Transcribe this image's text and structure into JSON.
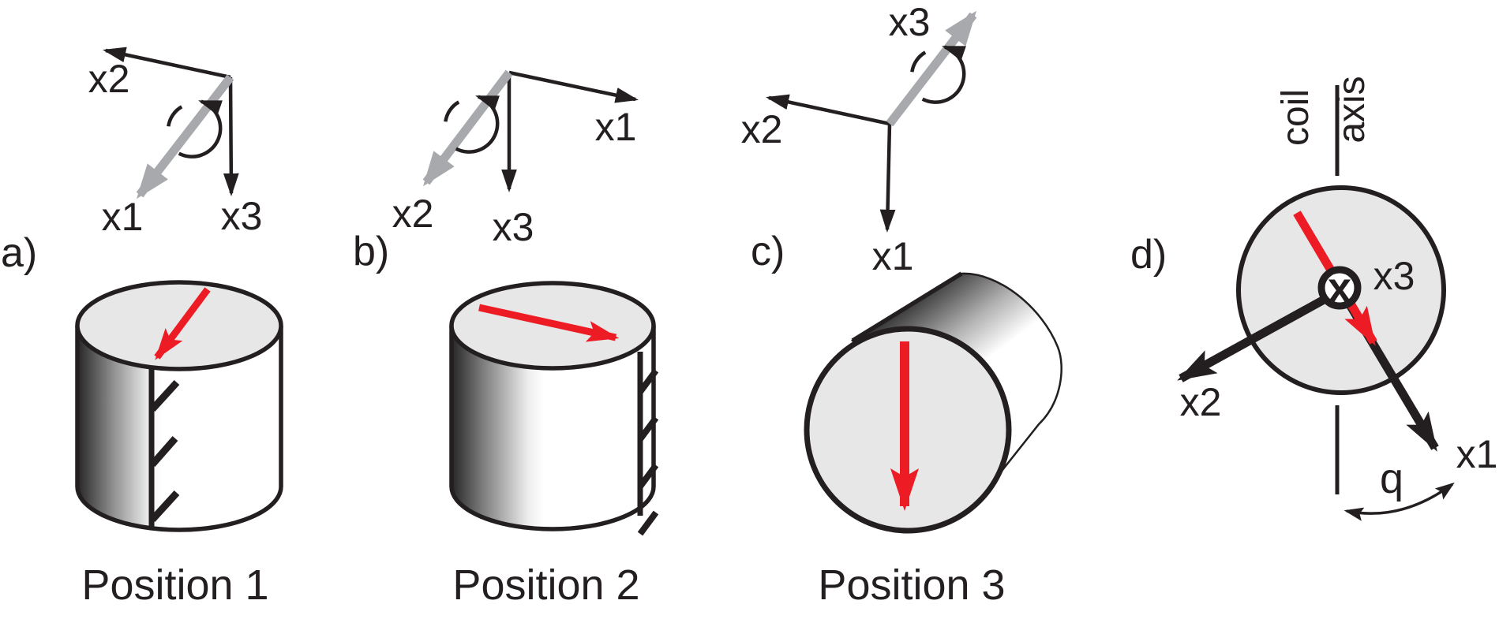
{
  "figure": {
    "title_semantics": "Sample cylinder orientation diagram with coordinate systems",
    "colors": {
      "magnetization_red": "#ED1C24",
      "rotation_axis_gray": "#A7A9AC",
      "face_gray": "#E7E7E7",
      "ink_black": "#231F20"
    },
    "panel_a": {
      "letter": "a)",
      "caption": "Position 1",
      "x1": "x1",
      "x2": "x2",
      "x3": "x3"
    },
    "panel_b": {
      "letter": "b)",
      "caption": "Position 2",
      "x1": "x1",
      "x2": "x2",
      "x3": "x3"
    },
    "panel_c": {
      "letter": "c)",
      "caption": "Position 3",
      "x1": "x1",
      "x2": "x2",
      "x3": "x3"
    },
    "panel_d": {
      "letter": "d)",
      "coil_label": "coil",
      "axis_label": "axis",
      "x1": "x1",
      "x2": "x2",
      "x3": "x3",
      "into_page_symbol": "x",
      "angle_label": "q"
    }
  }
}
